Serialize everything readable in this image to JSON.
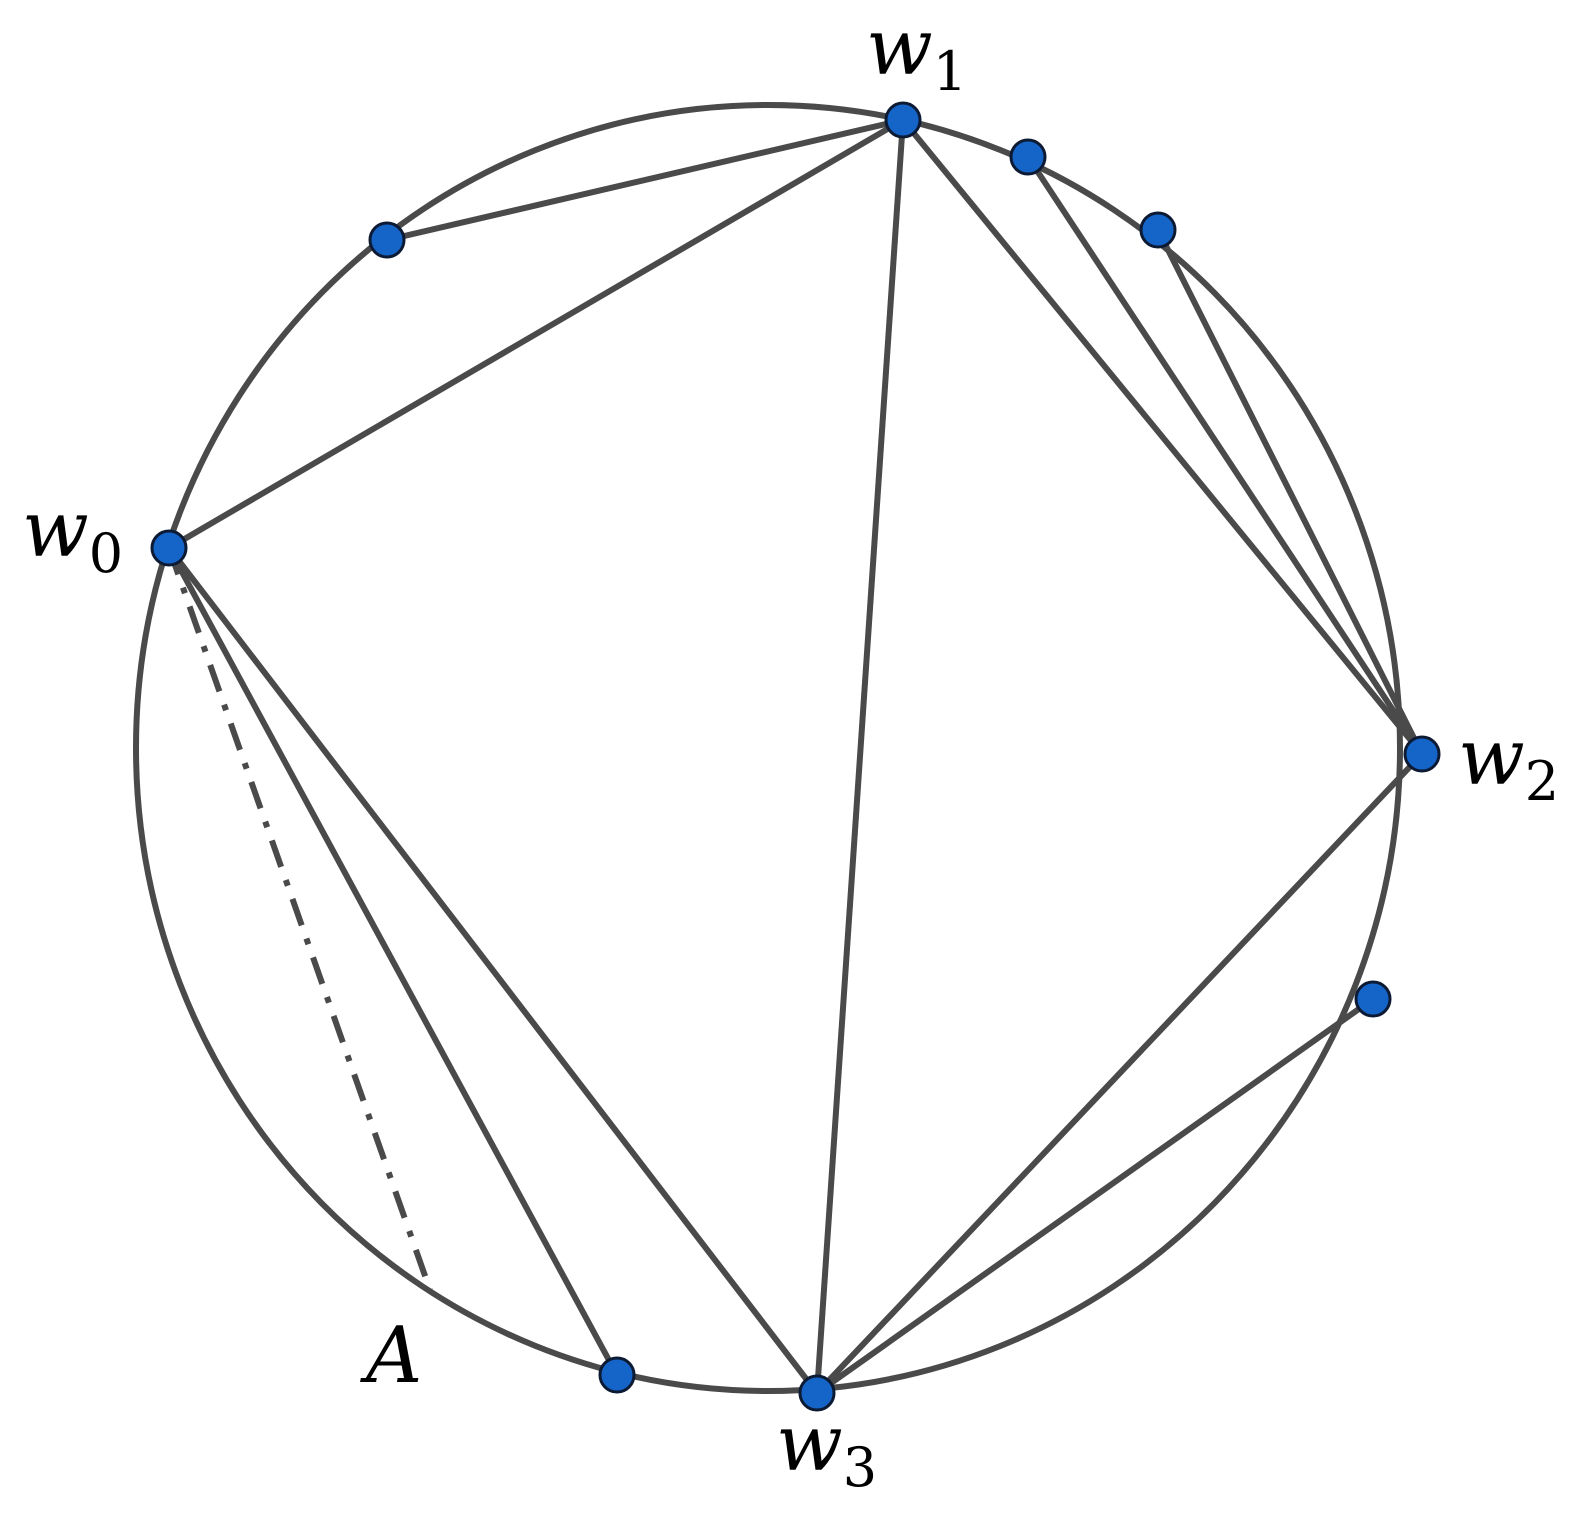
{
  "colors": {
    "stroke": "#4a4a4a",
    "vertex_fill": "#1565c8",
    "vertex_outline": "#0d1a33"
  },
  "labels": {
    "w0": {
      "base": "w",
      "sub": "0"
    },
    "w1": {
      "base": "w",
      "sub": "1"
    },
    "w2": {
      "base": "w",
      "sub": "2"
    },
    "w3": {
      "base": "w",
      "sub": "3"
    },
    "A": "A"
  }
}
